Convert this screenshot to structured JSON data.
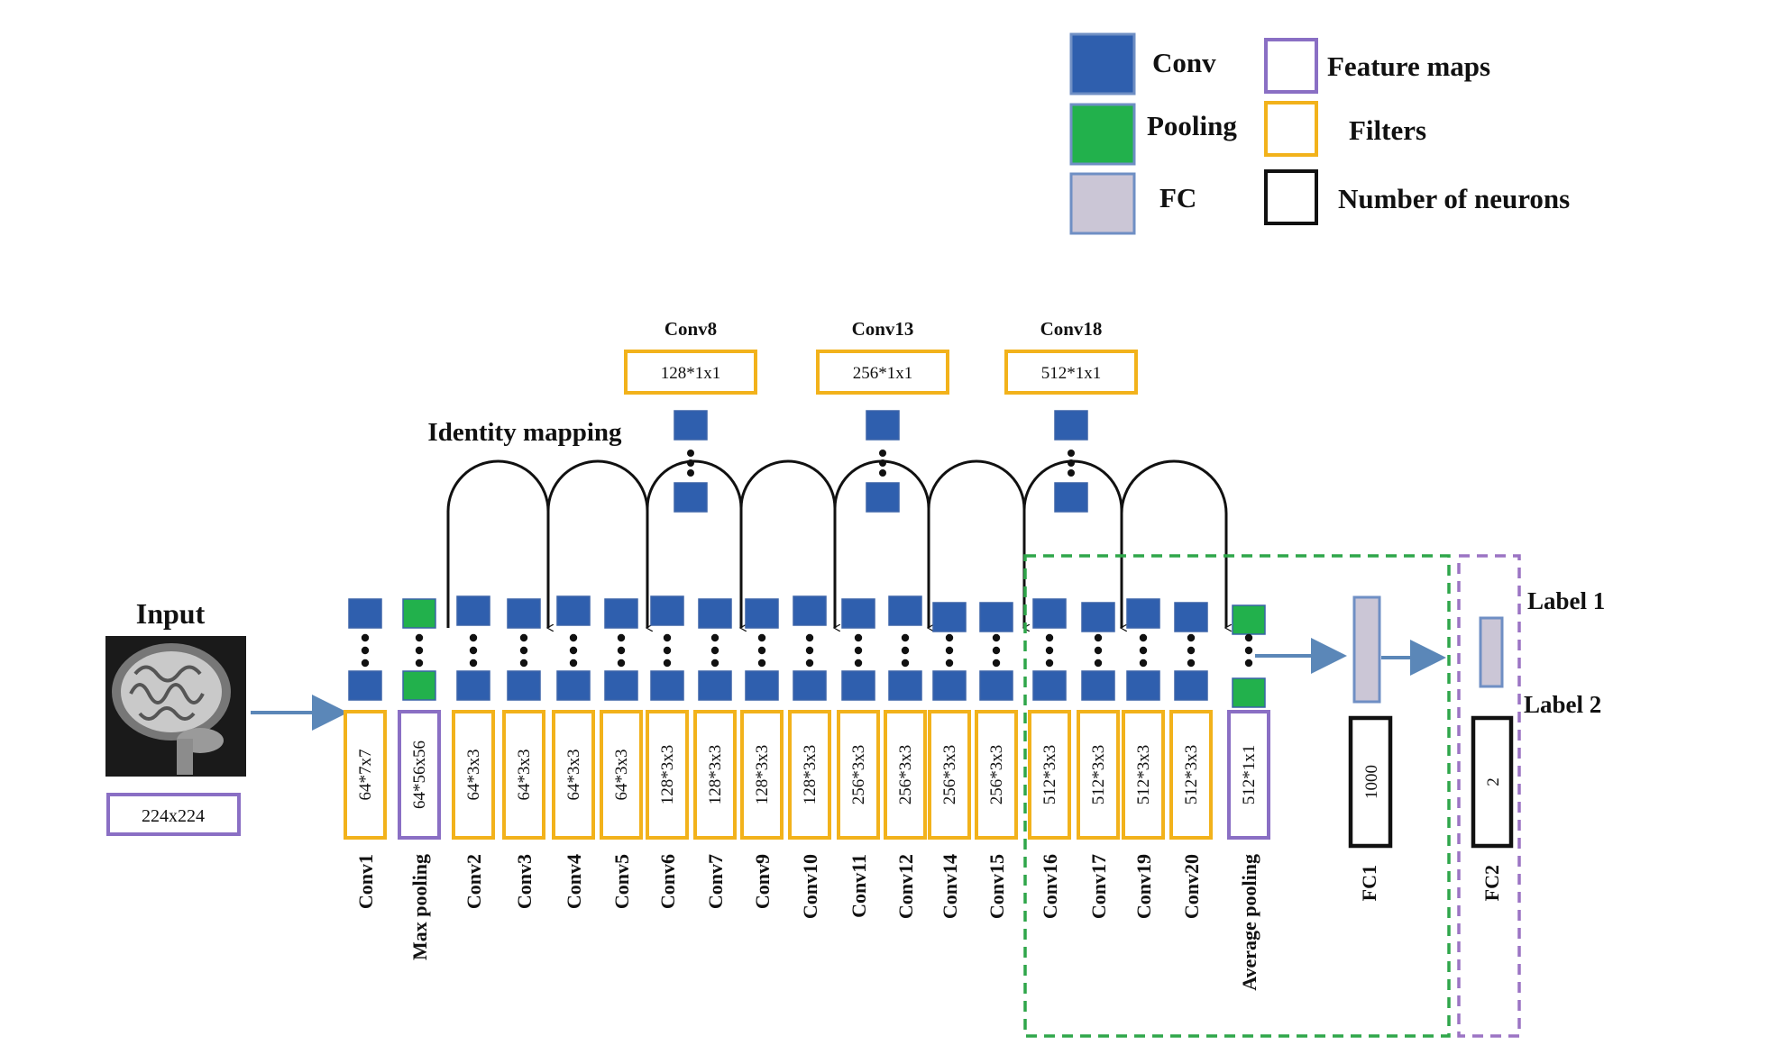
{
  "legend": [
    {
      "label": "Conv",
      "swatch": "conv"
    },
    {
      "label": "Pooling",
      "swatch": "pool"
    },
    {
      "label": "FC",
      "swatch": "fc"
    },
    {
      "label": "Feature maps",
      "swatch": "feature"
    },
    {
      "label": "Filters",
      "swatch": "filter"
    },
    {
      "label": "Number of neurons",
      "swatch": "neuron"
    }
  ],
  "colors": {
    "conv": "#2f5fae",
    "pool": "#22b14c",
    "fc": "#cbc6d6",
    "feature_maps": "#8a6fc4",
    "filters": "#f2b21b",
    "neurons": "#111111",
    "arrow": "#5b87b8",
    "residual_box": "#2fa64a",
    "classifier_box": "#9b74c4"
  },
  "input": {
    "title": "Input",
    "size": "224x224"
  },
  "identity_mapping": "Identity mapping",
  "projections": [
    {
      "name": "Conv8",
      "filter": "128*1x1"
    },
    {
      "name": "Conv13",
      "filter": "256*1x1"
    },
    {
      "name": "Conv18",
      "filter": "512*1x1"
    }
  ],
  "layers": [
    {
      "name": "Conv1",
      "spec": "64*7x7",
      "type": "conv",
      "box": "filter"
    },
    {
      "name": "Max pooling",
      "spec": "64*56x56",
      "type": "pool",
      "box": "feature"
    },
    {
      "name": "Conv2",
      "spec": "64*3x3",
      "type": "conv",
      "box": "filter"
    },
    {
      "name": "Conv3",
      "spec": "64*3x3",
      "type": "conv",
      "box": "filter"
    },
    {
      "name": "Conv4",
      "spec": "64*3x3",
      "type": "conv",
      "box": "filter"
    },
    {
      "name": "Conv5",
      "spec": "64*3x3",
      "type": "conv",
      "box": "filter"
    },
    {
      "name": "Conv6",
      "spec": "128*3x3",
      "type": "conv",
      "box": "filter"
    },
    {
      "name": "Conv7",
      "spec": "128*3x3",
      "type": "conv",
      "box": "filter"
    },
    {
      "name": "Conv9",
      "spec": "128*3x3",
      "type": "conv",
      "box": "filter"
    },
    {
      "name": "Conv10",
      "spec": "128*3x3",
      "type": "conv",
      "box": "filter"
    },
    {
      "name": "Conv11",
      "spec": "256*3x3",
      "type": "conv",
      "box": "filter"
    },
    {
      "name": "Conv12",
      "spec": "256*3x3",
      "type": "conv",
      "box": "filter"
    },
    {
      "name": "Conv14",
      "spec": "256*3x3",
      "type": "conv",
      "box": "filter"
    },
    {
      "name": "Conv15",
      "spec": "256*3x3",
      "type": "conv",
      "box": "filter"
    },
    {
      "name": "Conv16",
      "spec": "512*3x3",
      "type": "conv",
      "box": "filter"
    },
    {
      "name": "Conv17",
      "spec": "512*3x3",
      "type": "conv",
      "box": "filter"
    },
    {
      "name": "Conv19",
      "spec": "512*3x3",
      "type": "conv",
      "box": "filter"
    },
    {
      "name": "Conv20",
      "spec": "512*3x3",
      "type": "conv",
      "box": "filter"
    },
    {
      "name": "Average pooling",
      "spec": "512*1x1",
      "type": "pool",
      "box": "feature"
    }
  ],
  "fc_layers": [
    {
      "name": "FC1",
      "neurons": "1000"
    },
    {
      "name": "FC2",
      "neurons": "2"
    }
  ],
  "outputs": [
    "Label 1",
    "Label 2"
  ]
}
